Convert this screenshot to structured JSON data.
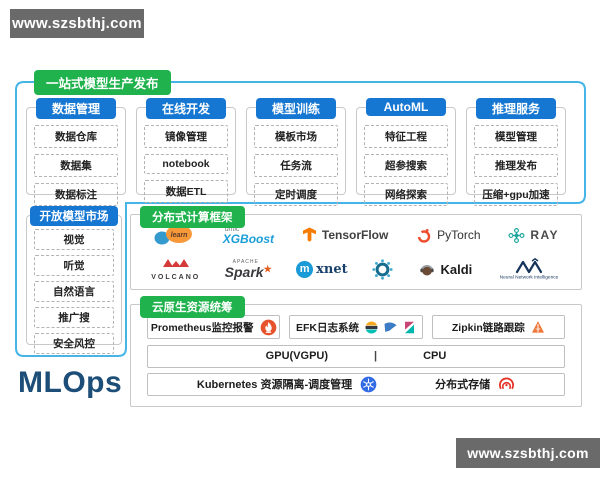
{
  "watermark": {
    "text": "www.szsbthj.com"
  },
  "brand": "MLOps",
  "pipeline": {
    "badge": "一站式模型生产发布",
    "columns": [
      {
        "header": "数据管理",
        "items": [
          "数据仓库",
          "数据集",
          "数据标注"
        ]
      },
      {
        "header": "在线开发",
        "items": [
          "镜像管理",
          "notebook",
          "数据ETL"
        ]
      },
      {
        "header": "模型训练",
        "items": [
          "模板市场",
          "任务流",
          "定时调度"
        ]
      },
      {
        "header": "AutoML",
        "items": [
          "特征工程",
          "超参搜索",
          "网络探索"
        ]
      },
      {
        "header": "推理服务",
        "items": [
          "模型管理",
          "推理发布",
          "压缩+gpu加速"
        ]
      }
    ]
  },
  "open_market": {
    "badge": "开放模型市场",
    "items": [
      "视觉",
      "听觉",
      "自然语言",
      "推广搜",
      "安全风控"
    ]
  },
  "framework": {
    "badge": "分布式计算框架",
    "logos": {
      "sklearn_text": "learn",
      "xgboost_top": "dmlc",
      "xgboost_text": "XGBoost",
      "tensorflow_text": "TensorFlow",
      "pytorch_text": "PyTorch",
      "ray_text": "RAY",
      "volcano_text": "VOLCANO",
      "spark_top": "APACHE",
      "spark_text": "Spark",
      "spark_star": "★",
      "mxnet_m": "m",
      "mxnet_text": "xnet",
      "kaldi_text": "Kaldi",
      "nni_text": "Neural Network Intelligence"
    }
  },
  "cloud": {
    "badge": "云原生资源统筹",
    "monitoring": "Prometheus监控报警",
    "logging": "EFK日志系统",
    "tracing": "Zipkin链路跟踪",
    "gpu": "GPU(VGPU)",
    "sep": "|",
    "cpu": "CPU",
    "k8s": "Kubernetes 资源隔离-调度管理",
    "storage": "分布式存储"
  },
  "colors": {
    "green_badge": "#1fb24d",
    "blue_badge": "#1677d2",
    "blue_outline": "#45b5e8",
    "brand_navy": "#1d4e78",
    "watermark_bg": "#6a6a6a"
  },
  "icons": [
    "sklearn-logo-icon",
    "xgboost-logo",
    "tensorflow-icon",
    "pytorch-flame-icon",
    "ray-nodes-icon",
    "volcano-triangles-icon",
    "spark-star-icon",
    "mxnet-m-icon",
    "horovod-ring-icon",
    "kaldi-headphones-icon",
    "nni-zigzag-icon",
    "prometheus-flame-icon",
    "elasticsearch-icon",
    "fluentd-icon",
    "kibana-icon",
    "zipkin-triangle-icon",
    "kubernetes-wheel-icon",
    "ceph-storage-icon"
  ]
}
